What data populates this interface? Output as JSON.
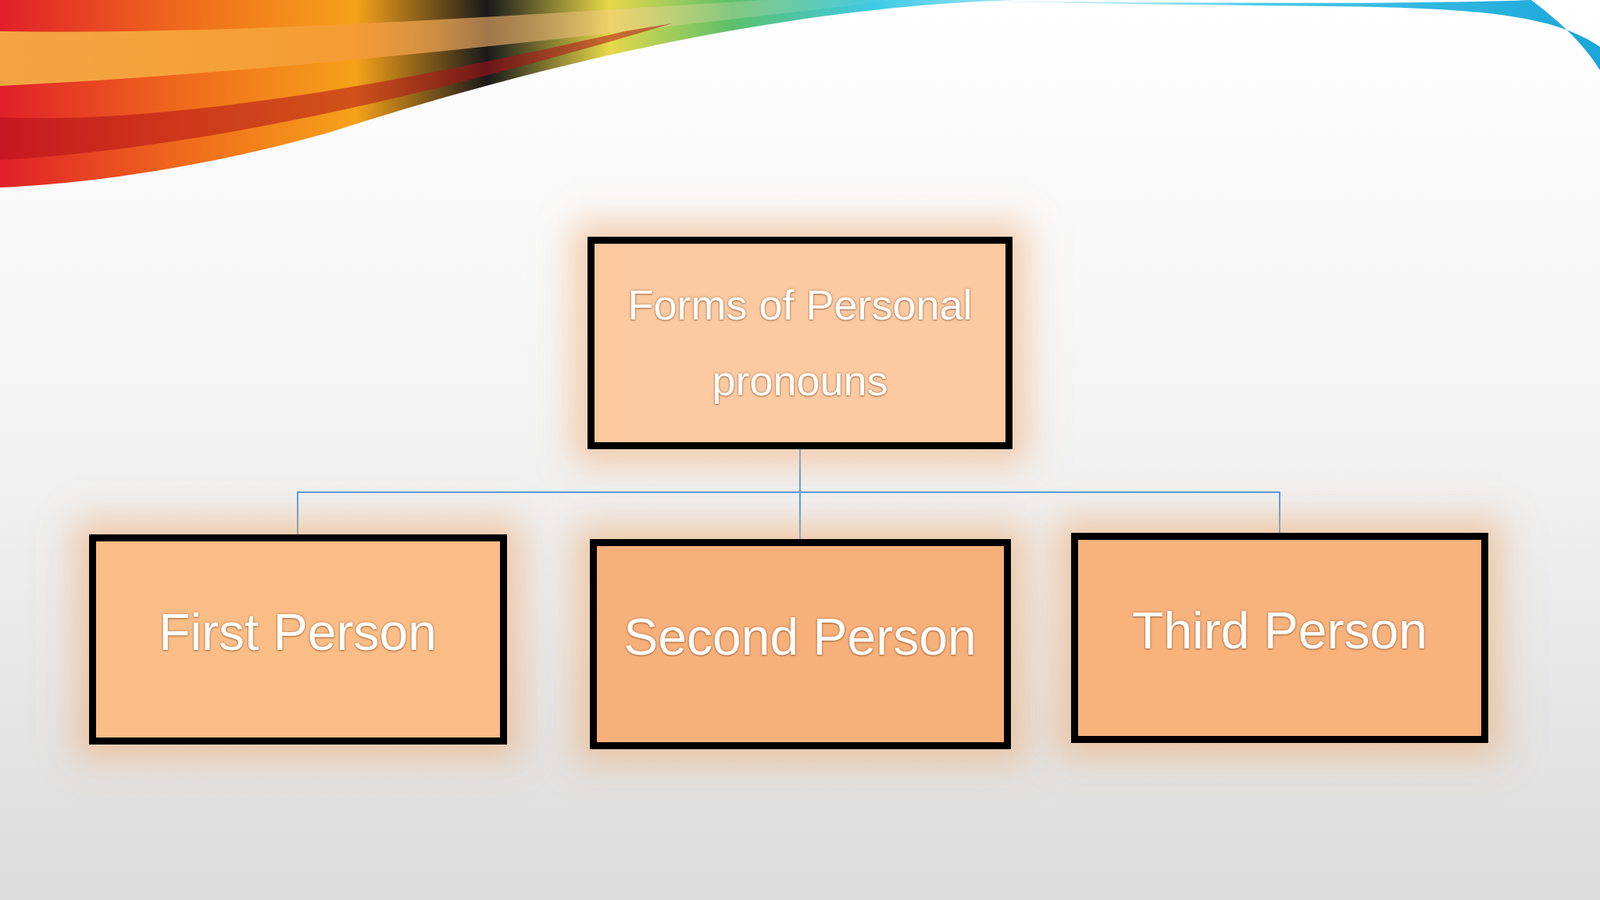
{
  "diagram": {
    "nodes": [
      {
        "text": [
          "Forms of Personal pronouns"
        ]
      },
      {
        "text": [
          "First Person"
        ]
      },
      {
        "text": [
          "Second Person"
        ]
      },
      {
        "text": [
          "Third Person"
        ]
      }
    ],
    "edges": [
      {
        "from": 0,
        "to": 1,
        "arrow": "none"
      },
      {
        "from": 0,
        "to": 2,
        "arrow": "none"
      },
      {
        "from": 0,
        "to": 3,
        "arrow": "none"
      }
    ]
  }
}
